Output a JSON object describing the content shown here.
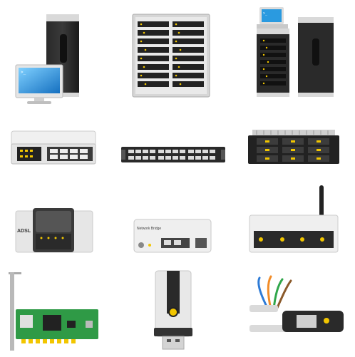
{
  "icons": [
    {
      "id": "server-tower-with-monitor",
      "label": ""
    },
    {
      "id": "rack-server-cabinet",
      "label": ""
    },
    {
      "id": "server-towers-with-laptop",
      "label": ""
    },
    {
      "id": "network-switch",
      "label": ""
    },
    {
      "id": "patch-panel",
      "label": ""
    },
    {
      "id": "storage-array",
      "label": ""
    },
    {
      "id": "adsl-modem",
      "label": "ADSL"
    },
    {
      "id": "network-bridge",
      "label": "Network Bridge"
    },
    {
      "id": "wireless-router",
      "label": ""
    },
    {
      "id": "network-card",
      "label": ""
    },
    {
      "id": "usb-flash-drive",
      "label": ""
    },
    {
      "id": "network-cable-crimper",
      "label": ""
    }
  ],
  "colors": {
    "dark_metal": "#1f1f1f",
    "silver": "#d9d9d9",
    "led_yellow": "#f2c600",
    "screen_blue": "#1e8fd6",
    "pcb_green": "#2f9a46"
  }
}
